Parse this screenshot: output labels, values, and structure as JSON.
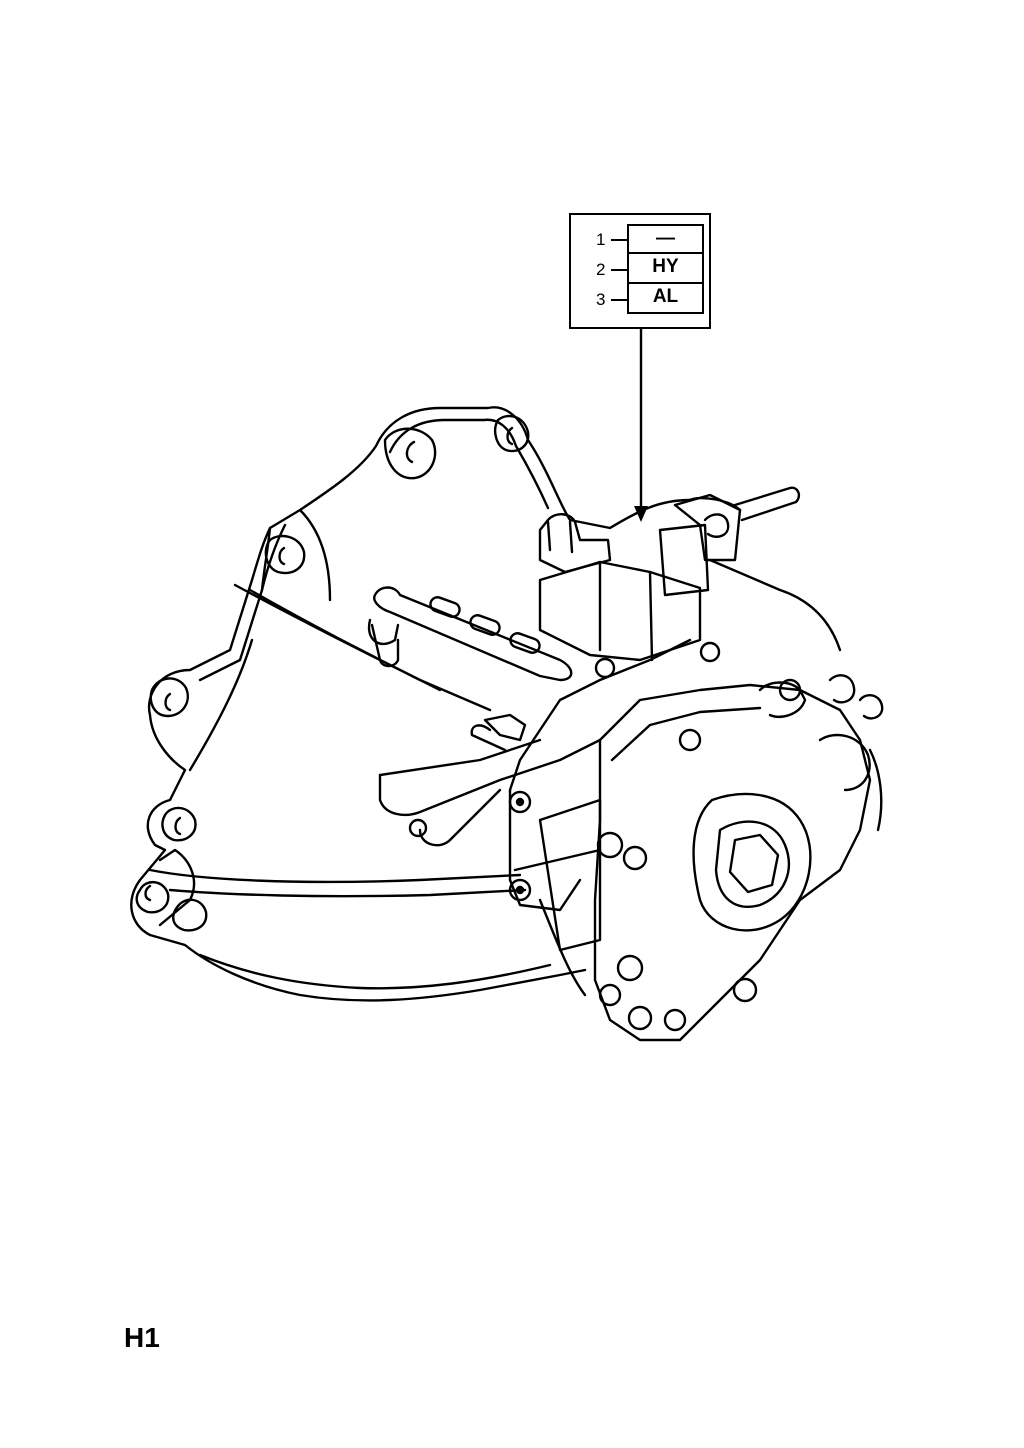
{
  "legend": {
    "rows": [
      {
        "number": "1",
        "code": "—"
      },
      {
        "number": "2",
        "code": "HY"
      },
      {
        "number": "3",
        "code": "AL"
      }
    ]
  },
  "page_label": "H1",
  "colors": {
    "line": "#000000",
    "background": "#ffffff"
  }
}
